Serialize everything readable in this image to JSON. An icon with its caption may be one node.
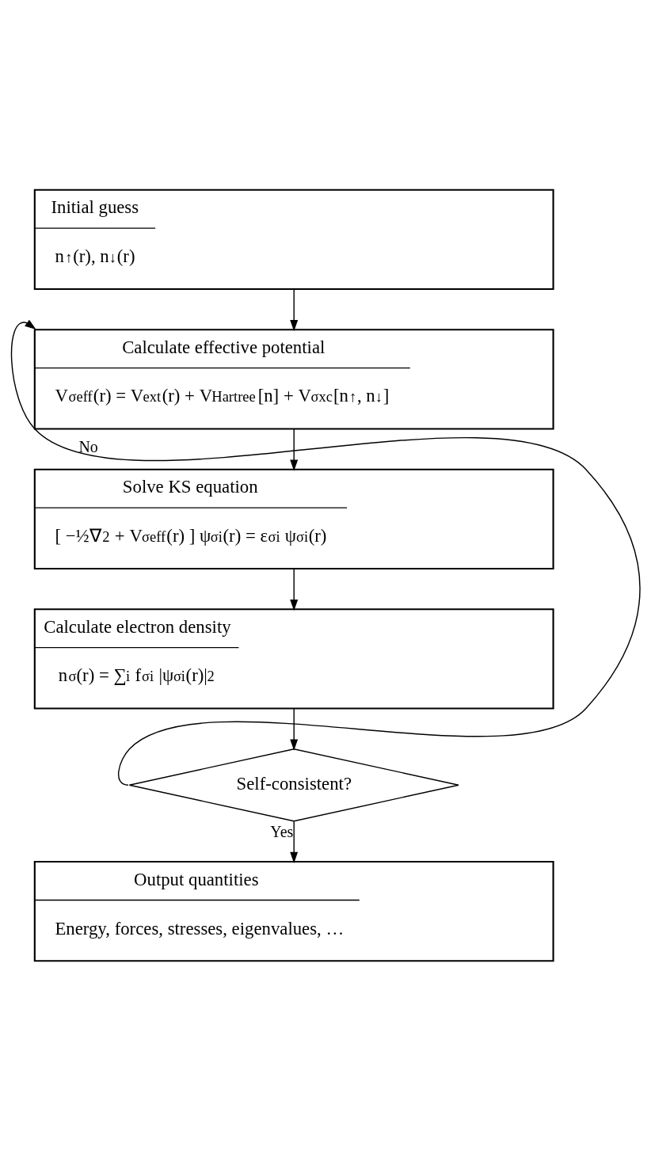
{
  "diagram": {
    "nodes": [
      {
        "text": [
          "Initial guess",
          "n$^{↑}$(r), n$^{↓}$(r)"
        ]
      },
      {
        "text": [
          "Calculate effective potential",
          "V$^{σ}$$_{eff}$(r) = V$_{ext}$(r) + V$_{Hartree}$[n] + V$^{σ}$$_{xc}$[n$^{↑}$, n$^{↓}$]"
        ]
      },
      {
        "text": [
          "Solve KS equation",
          "[ −½∇$^{2}$ + V$^{σ}$$_{eff}$(r) ] ψ$^{σ}$$_{i}$(r) = ε$^{σ}$$_{i}$ ψ$^{σ}$$_{i}$(r)"
        ]
      },
      {
        "text": [
          "Calculate electron density",
          "n$^{σ}$(r) = ∑$_{i}$ f$^{σ}$$_{i}$ |ψ$^{σ}$$_{i}$(r)|$^{2}$"
        ]
      },
      {
        "text": [
          "Self-consistent?"
        ]
      },
      {
        "text": [
          "Output quantities",
          "Energy, forces, stresses, eigenvalues, …"
        ]
      }
    ],
    "edges": [
      {
        "from": 0,
        "to": 1,
        "arrow": "to"
      },
      {
        "from": 1,
        "to": 2,
        "arrow": "to"
      },
      {
        "from": 2,
        "to": 3,
        "arrow": "to"
      },
      {
        "from": 3,
        "to": 4,
        "arrow": "to"
      },
      {
        "from": 4,
        "to": 1,
        "arrow": "to",
        "label": "No"
      },
      {
        "from": 4,
        "to": 5,
        "arrow": "to",
        "label": "Yes"
      }
    ]
  }
}
